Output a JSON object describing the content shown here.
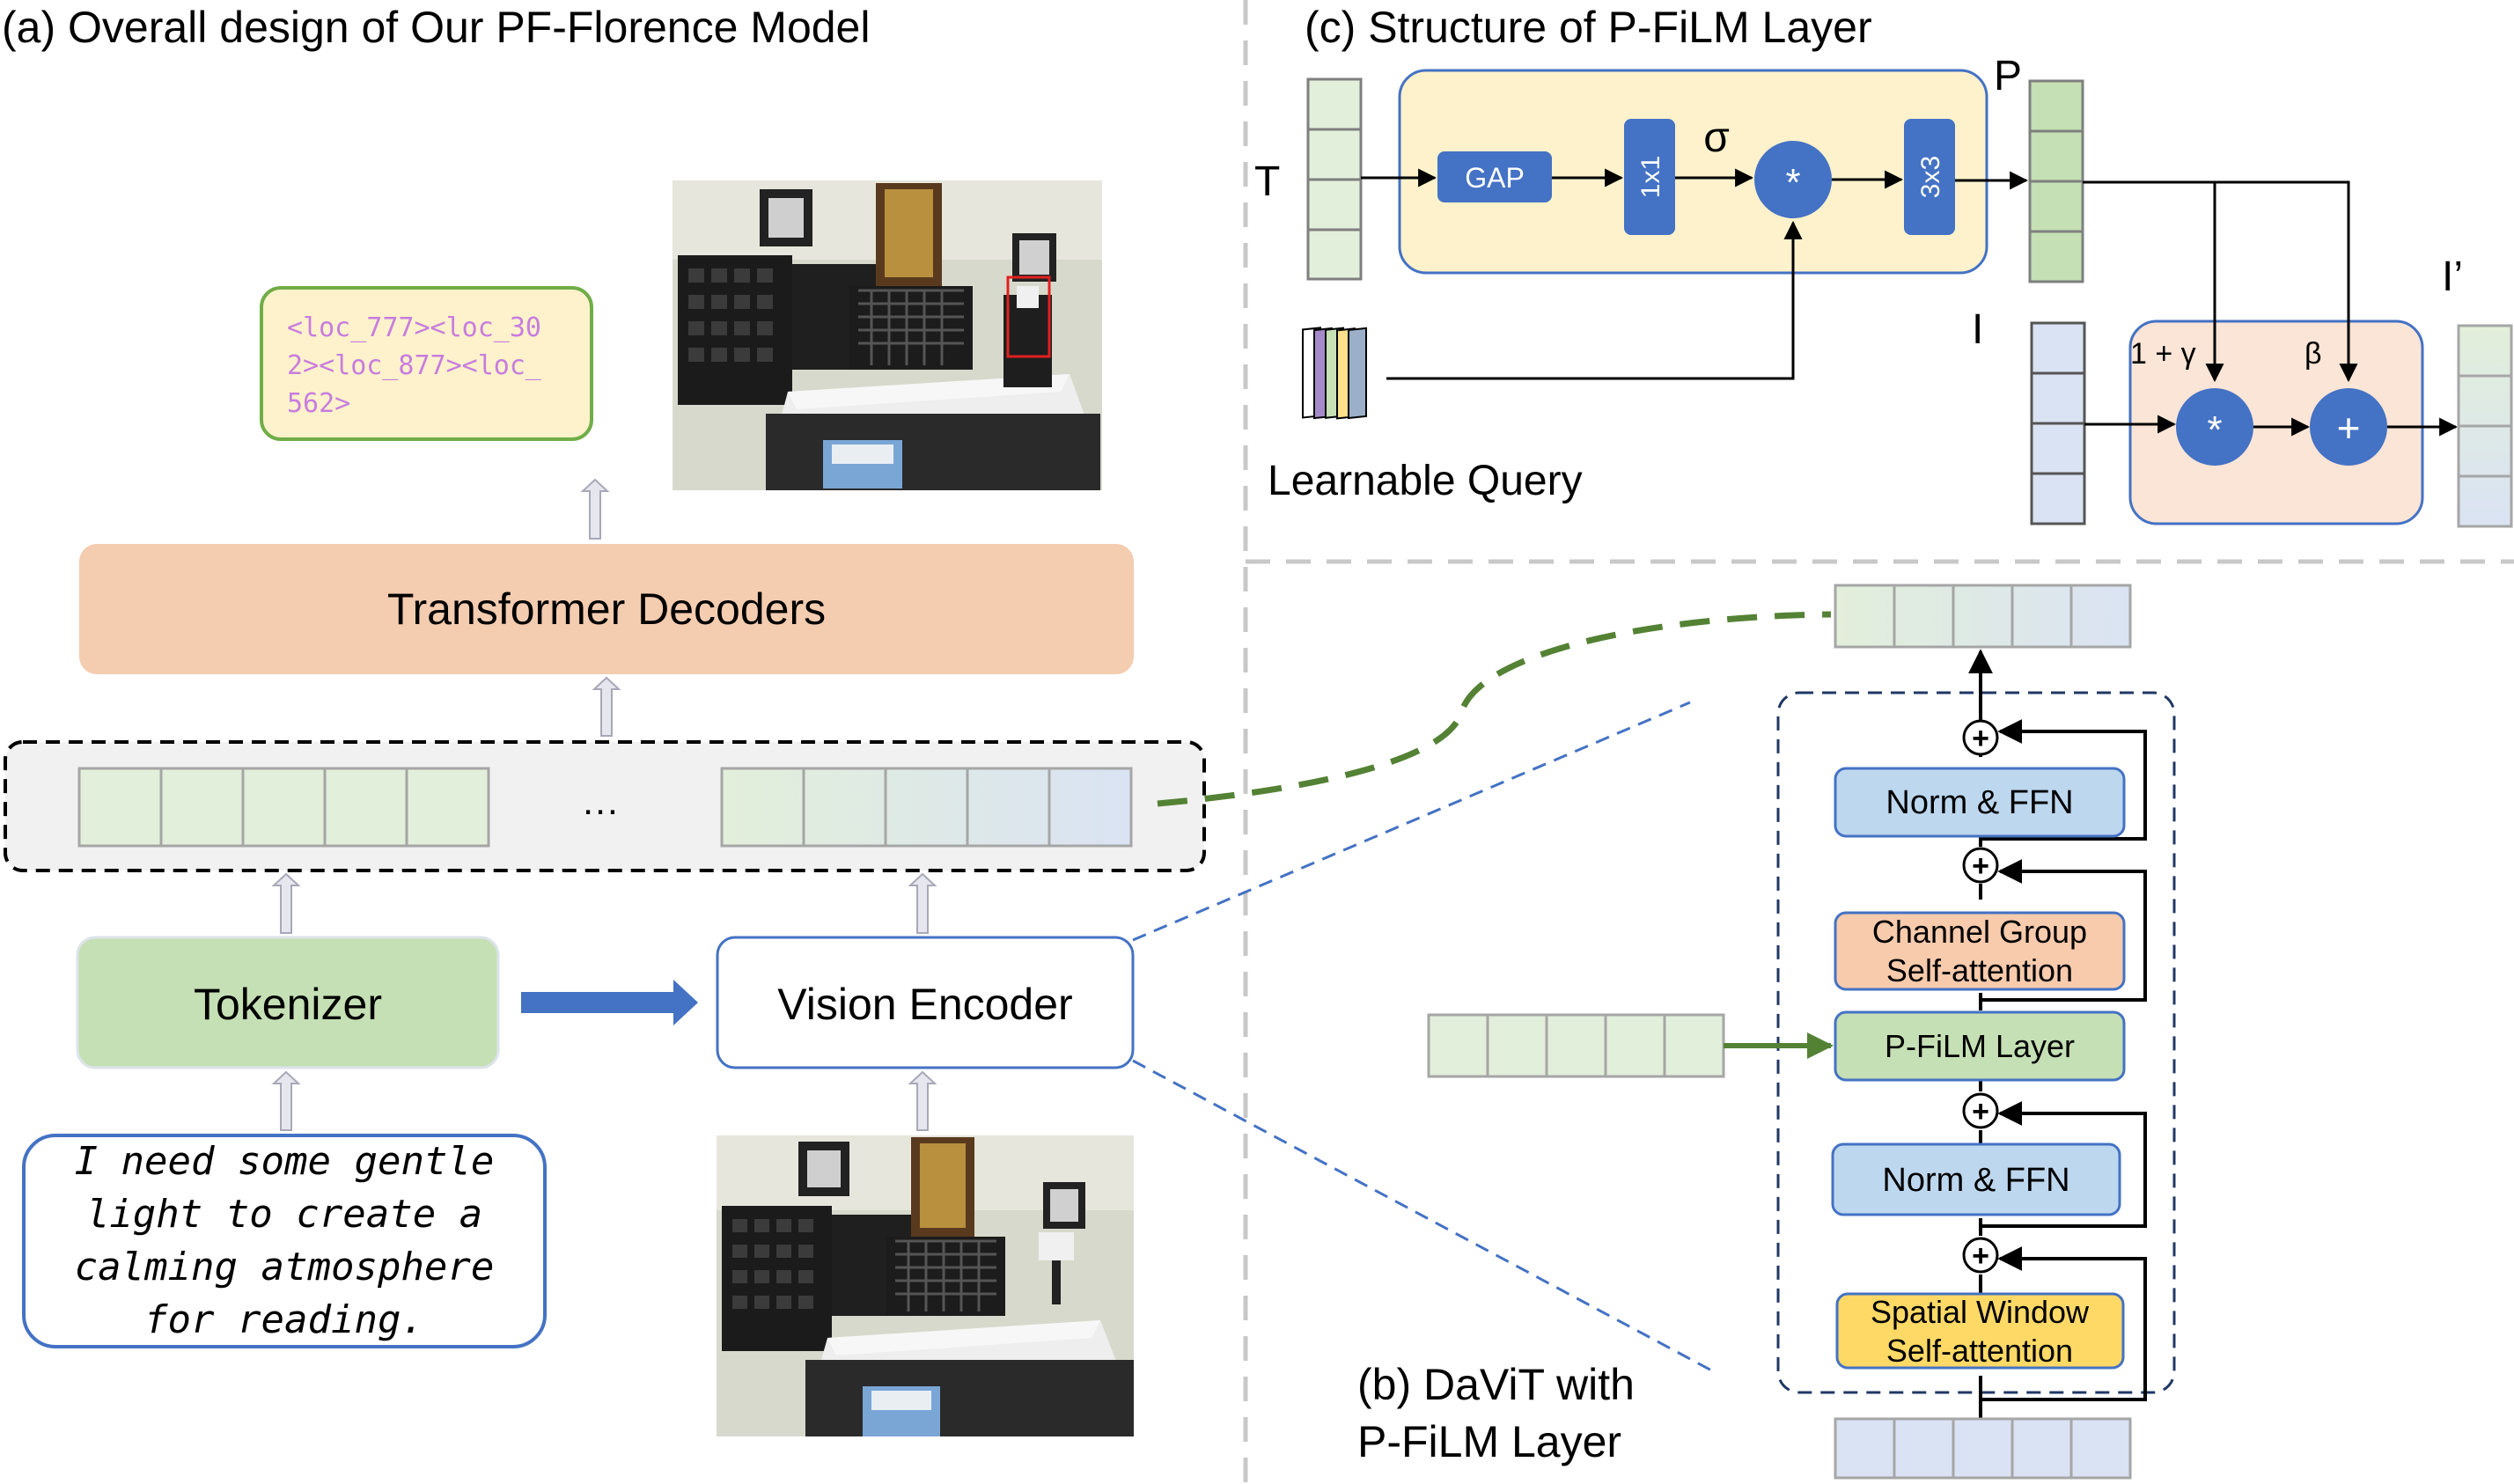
{
  "panels": {
    "a_title": "(a) Overall design of Our PF-Florence Model",
    "b_title_line1": "(b) DaViT with",
    "b_title_line2": "P-FiLM Layer",
    "c_title": "(c) Structure of P-FiLM Layer"
  },
  "panel_a": {
    "output_tokens_line1": "<loc_777><loc_30",
    "output_tokens_line2": "2><loc_877><loc_",
    "output_tokens_line3": "562>",
    "decoder_label": "Transformer Decoders",
    "ellipsis": "…",
    "tokenizer_label": "Tokenizer",
    "vision_encoder_label": "Vision Encoder",
    "prompt_line1": "I need some gentle",
    "prompt_line2": "light to create a",
    "prompt_line3": "calming atmosphere",
    "prompt_line4": "for reading."
  },
  "panel_b": {
    "norm_ffn_top": "Norm & FFN",
    "channel_attn_line1": "Channel Group",
    "channel_attn_line2": "Self-attention",
    "pfilm_layer": "P-FiLM Layer",
    "norm_ffn_bottom": "Norm & FFN",
    "spatial_attn_line1": "Spatial Window",
    "spatial_attn_line2": "Self-attention",
    "plus_symbol": "+"
  },
  "panel_c": {
    "input_t": "T",
    "gap_label": "GAP",
    "conv1_label": "1x1",
    "sigma_label": "σ",
    "mult_symbol": "*",
    "conv3_label": "3x3",
    "output_p": "P",
    "learnable_query": "Learnable Query",
    "input_i": "I",
    "output_i_prime": "I’",
    "gamma_label": "1 + γ",
    "beta_label": "β",
    "add_symbol": "+"
  },
  "colors": {
    "green_token": "#e2efda",
    "blue_token": "#dae3f3",
    "decoder_fill": "#f4ccb0",
    "tokenizer_fill": "#c5e0b4",
    "output_box_fill": "#fdf2cc",
    "output_box_stroke": "#70ad47",
    "op_blue": "#4472c4",
    "norm_fill": "#bdd7ee",
    "channel_fill": "#f8cbad",
    "pfilm_fill": "#c5e0b4",
    "spatial_fill": "#ffd966",
    "film_yellow_fill": "#fdf2cc",
    "film_peach_fill": "#fbe5d6",
    "dashed_green": "#548235",
    "dashed_blue": "#4472c4",
    "loc_text": "#c87dde"
  }
}
